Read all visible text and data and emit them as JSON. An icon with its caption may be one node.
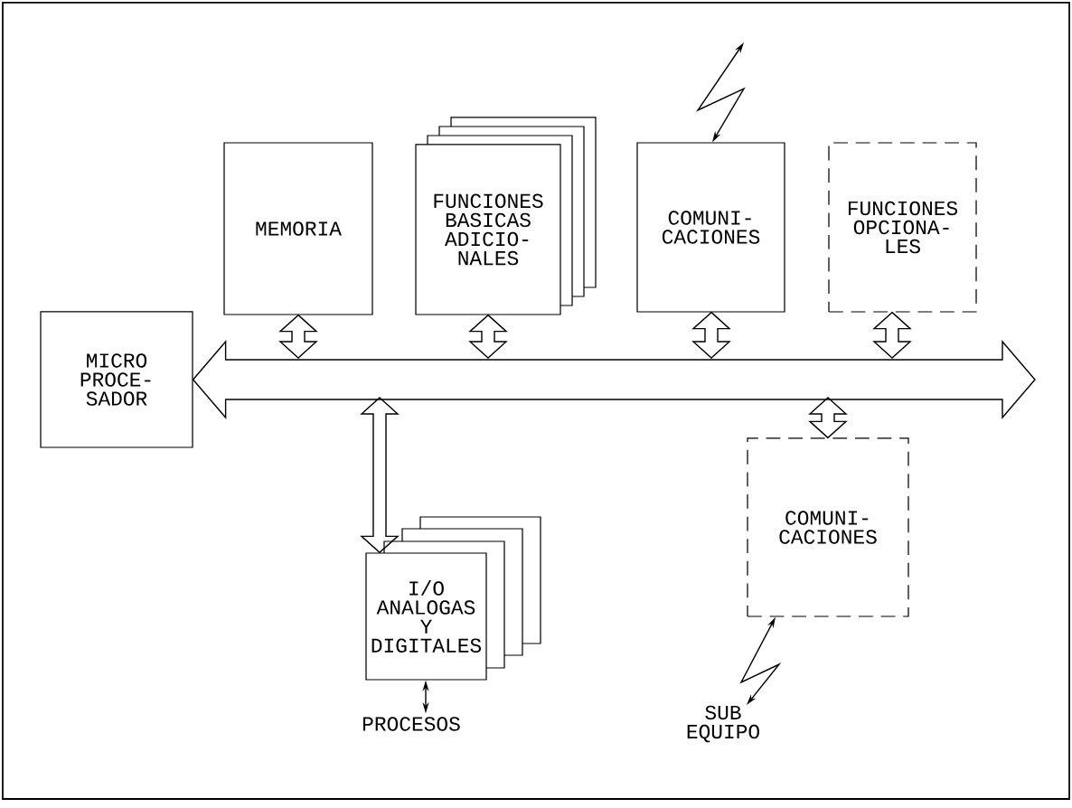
{
  "diagram": {
    "nodes": [
      {
        "text": [
          "MICRO PROCE- SADOR"
        ]
      },
      {
        "text": [
          "MEMORIA"
        ]
      },
      {
        "text": [
          "FUNCIONES BASICAS ADICIO- NALES"
        ]
      },
      {
        "text": [
          "COMUNI- CACIONES"
        ]
      },
      {
        "text": [
          "FUNCIONES OPCIONA- LES"
        ]
      },
      {
        "text": [
          "I/O ANALOGAS Y DIGITALES"
        ]
      },
      {
        "text": [
          "COMUNI- CACIONES"
        ]
      },
      {
        "text": [
          "PROCESOS"
        ]
      },
      {
        "text": [
          "SUB EQUIPO"
        ]
      }
    ],
    "edges": [
      {
        "from": null,
        "to": 3,
        "arrow": "both"
      },
      {
        "from": 0,
        "to": null,
        "arrow": "both",
        "style": "thick"
      },
      {
        "from": 1,
        "to": null,
        "arrow": "both",
        "style": "thick"
      },
      {
        "from": 2,
        "to": null,
        "arrow": "both",
        "style": "thick"
      },
      {
        "from": 3,
        "to": null,
        "arrow": "both",
        "style": "thick"
      },
      {
        "from": 4,
        "to": null,
        "arrow": "both",
        "style": "thick"
      },
      {
        "from": null,
        "to": 5,
        "arrow": "both",
        "style": "thick"
      },
      {
        "from": 6,
        "to": null,
        "arrow": "both",
        "style": "thick"
      },
      {
        "from": 5,
        "to": 7,
        "arrow": "both"
      },
      {
        "from": 6,
        "to": 8,
        "arrow": "both"
      }
    ]
  }
}
